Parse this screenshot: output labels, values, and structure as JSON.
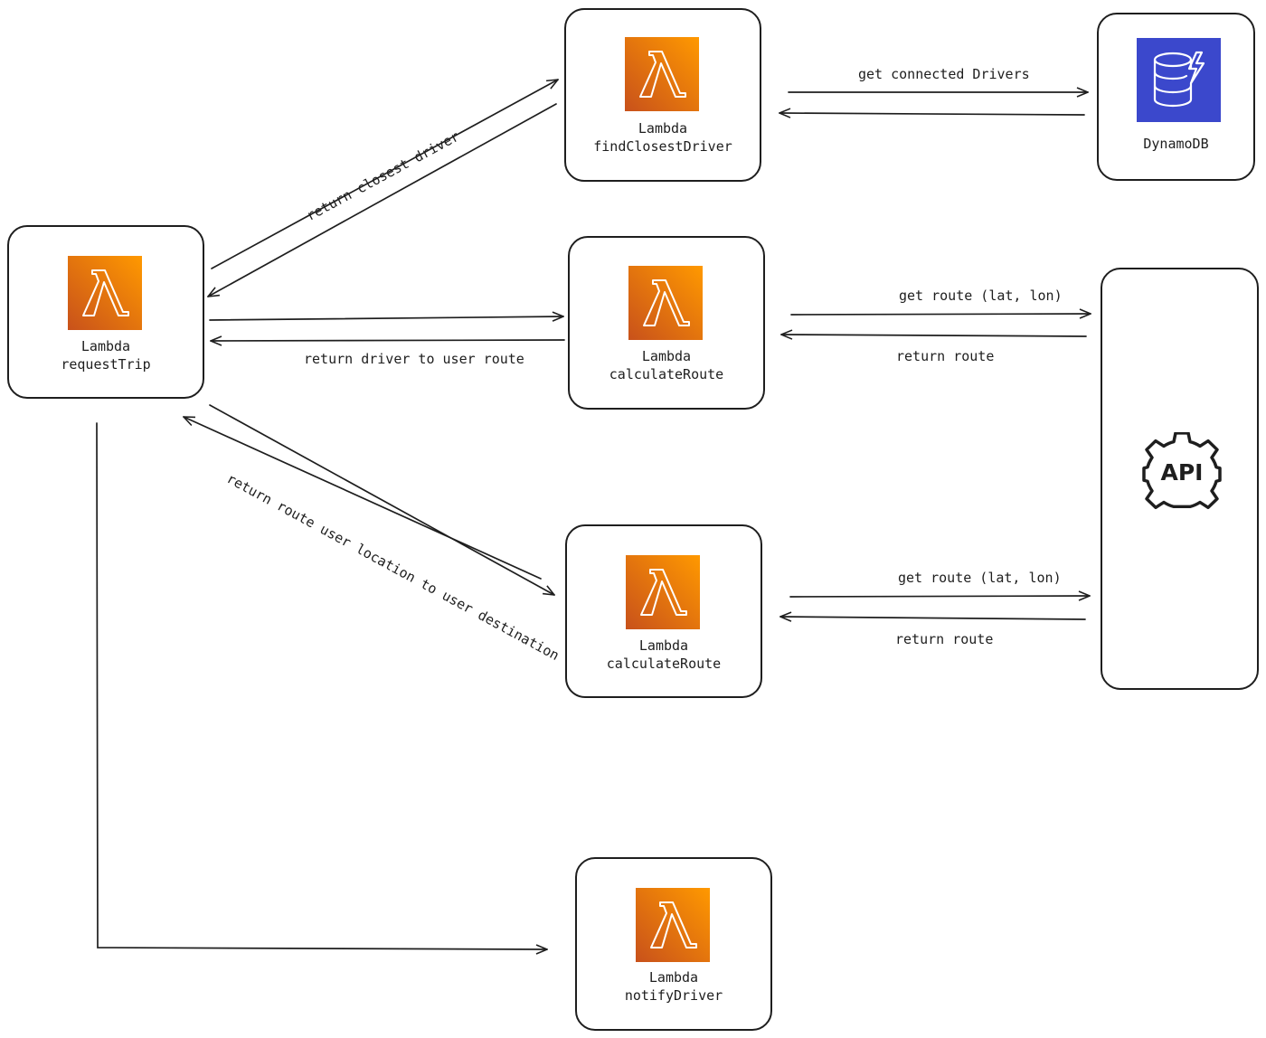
{
  "nodes": {
    "request_trip": {
      "line1": "Lambda",
      "line2": "requestTrip",
      "icon": "lambda-icon"
    },
    "find_closest_driver": {
      "line1": "Lambda",
      "line2": "findClosestDriver",
      "icon": "lambda-icon"
    },
    "calculate_route_1": {
      "line1": "Lambda",
      "line2": "calculateRoute",
      "icon": "lambda-icon"
    },
    "calculate_route_2": {
      "line1": "Lambda",
      "line2": "calculateRoute",
      "icon": "lambda-icon"
    },
    "notify_driver": {
      "line1": "Lambda",
      "line2": "notifyDriver",
      "icon": "lambda-icon"
    },
    "dynamodb": {
      "label": "DynamoDB",
      "icon": "dynamodb-icon"
    },
    "api": {
      "label": "API",
      "icon": "api-gear-icon"
    }
  },
  "edges": {
    "return_closest_driver": "return closest driver",
    "return_driver_to_user_route": "return driver to user route",
    "return_route_user_location": "return route user location to user destination",
    "get_connected_drivers": "get connected Drivers",
    "get_route_1": "get route (lat, lon)",
    "return_route_1": "return route",
    "get_route_2": "get route (lat, lon)",
    "return_route_2": "return route"
  },
  "colors": {
    "lambda_gradient_start": "#c8511b",
    "lambda_gradient_end": "#ff9900",
    "dynamodb_blue": "#3b48cc",
    "stroke": "#1e1e1e"
  }
}
